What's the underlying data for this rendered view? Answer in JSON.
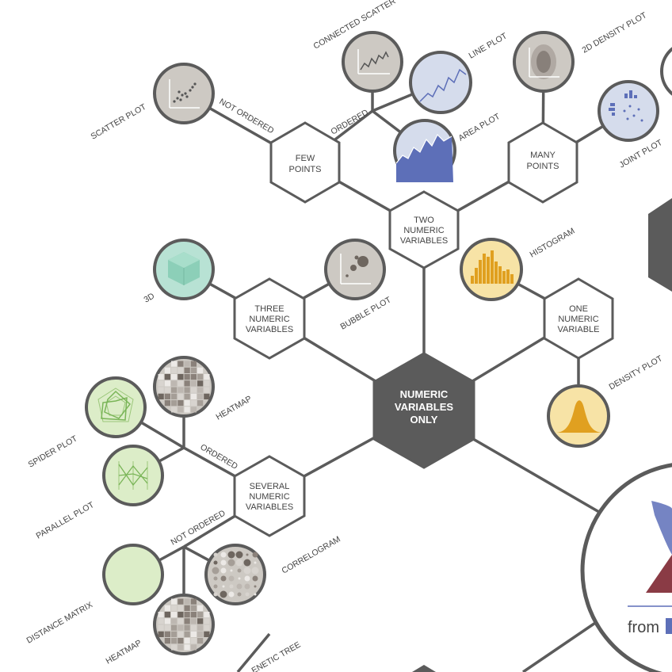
{
  "center": {
    "line1": "NUMERIC",
    "line2": "VARIABLES",
    "line3": "ONLY"
  },
  "hex": {
    "two_numeric": [
      "TWO",
      "NUMERIC",
      "VARIABLES"
    ],
    "few_points": [
      "FEW",
      "POINTS"
    ],
    "many_points": [
      "MANY",
      "POINTS"
    ],
    "three_numeric": [
      "THREE",
      "NUMERIC",
      "VARIABLES"
    ],
    "one_numeric": [
      "ONE",
      "NUMERIC",
      "VARIABLE"
    ],
    "several_numeric": [
      "SEVERAL",
      "NUMERIC",
      "VARIABLES"
    ]
  },
  "edges": {
    "not_ordered_top": "NOT ORDERED",
    "ordered_top": "ORDERED",
    "ordered_mid": "ORDERED",
    "not_ordered_bottom": "NOT ORDERED"
  },
  "charts": {
    "connected_scatter": "CONNECTED SCATTER",
    "line_plot": "LINE PLOT",
    "area_plot": "AREA PLOT",
    "scatter_plot": "SCATTER PLOT",
    "density_2d": "2D DENSITY PLOT",
    "joint_plot": "JOINT PLOT",
    "histogram": "HISTOGRAM",
    "bubble_plot": "BUBBLE PLOT",
    "three_d": "3D",
    "density_plot": "DENSITY PLOT",
    "heatmap_top": "HEATMAP",
    "spider_plot": "SPIDER PLOT",
    "parallel_plot": "PARALLEL PLOT",
    "correlogram": "CORRELOGRAM",
    "distance_matrix": "DISTANCE MATRIX",
    "heatmap_bottom": "HEATMAP",
    "phylogenetic_tree": "ENETIC TREE"
  },
  "logo": {
    "from_text": "from"
  },
  "colors": {
    "stroke": "#5b5b5b",
    "grey_fill": "#cdc9c3",
    "blue_fill": "#d5dcec",
    "blue_area": "#5d6fb8",
    "yellow_fill": "#f7e3a6",
    "yellow_mark": "#e0a020",
    "green_fill": "#dcedc8",
    "teal_fill": "#b8e2d4",
    "brand_red": "#8a3b45"
  }
}
